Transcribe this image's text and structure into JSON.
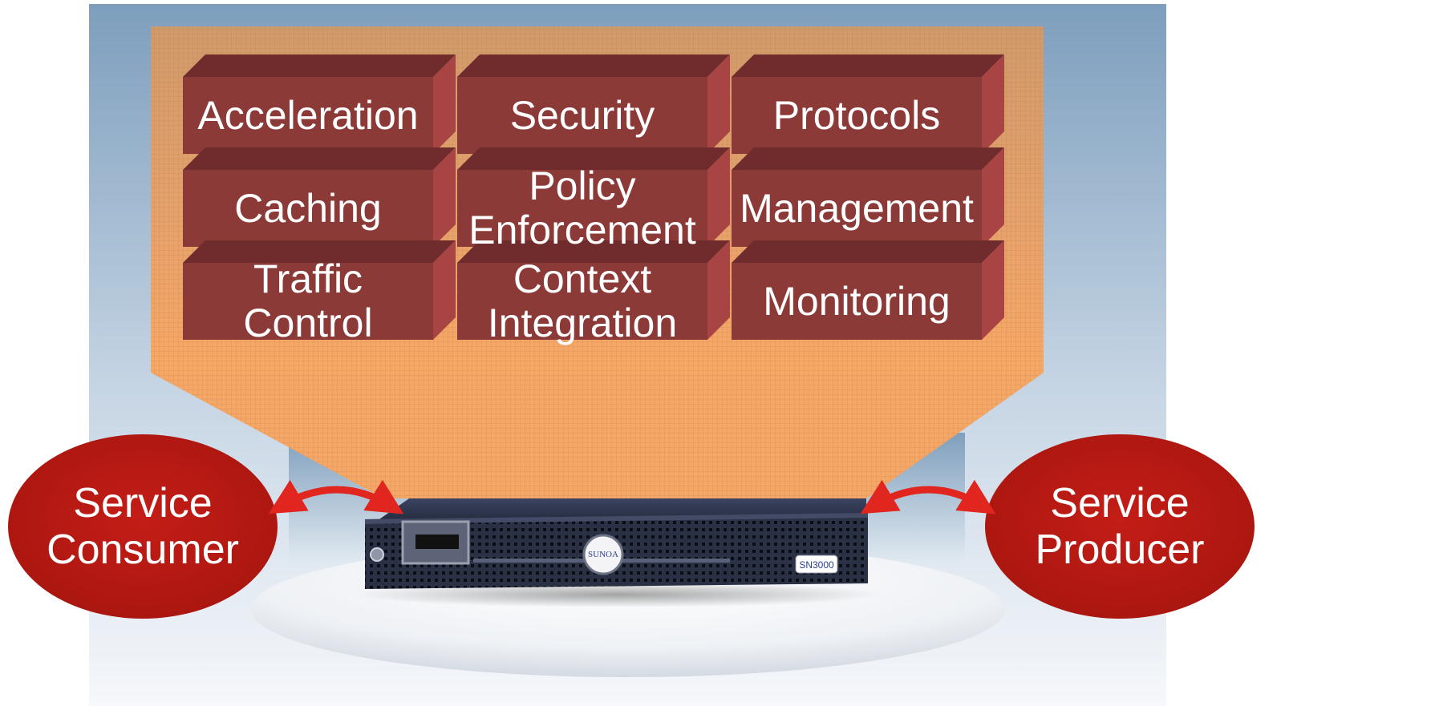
{
  "blocks": [
    {
      "id": "acceleration",
      "lines": [
        "Acceleration"
      ]
    },
    {
      "id": "security",
      "lines": [
        "Security"
      ]
    },
    {
      "id": "protocols",
      "lines": [
        "Protocols"
      ]
    },
    {
      "id": "caching",
      "lines": [
        "Caching"
      ]
    },
    {
      "id": "policy-enforcement",
      "lines": [
        "Policy",
        "Enforcement"
      ]
    },
    {
      "id": "management",
      "lines": [
        "Management"
      ]
    },
    {
      "id": "traffic-control",
      "lines": [
        "Traffic",
        "Control"
      ]
    },
    {
      "id": "context-integration",
      "lines": [
        "Context",
        "Integration"
      ]
    },
    {
      "id": "monitoring",
      "lines": [
        "Monitoring"
      ]
    }
  ],
  "consumer": {
    "lines": [
      "Service",
      "Consumer"
    ]
  },
  "producer": {
    "lines": [
      "Service",
      "Producer"
    ]
  },
  "appliance": {
    "brand": "SUNOA",
    "model": "SN3000"
  },
  "colors": {
    "background_top": "#7d9ebd",
    "grid_panel": "#e2a272",
    "block_front": "#8c3a38",
    "block_top": "#702c2c",
    "block_side": "#a84544",
    "ellipse": "#b51b16",
    "arrow": "#e1261f",
    "server": "#2d3550"
  }
}
